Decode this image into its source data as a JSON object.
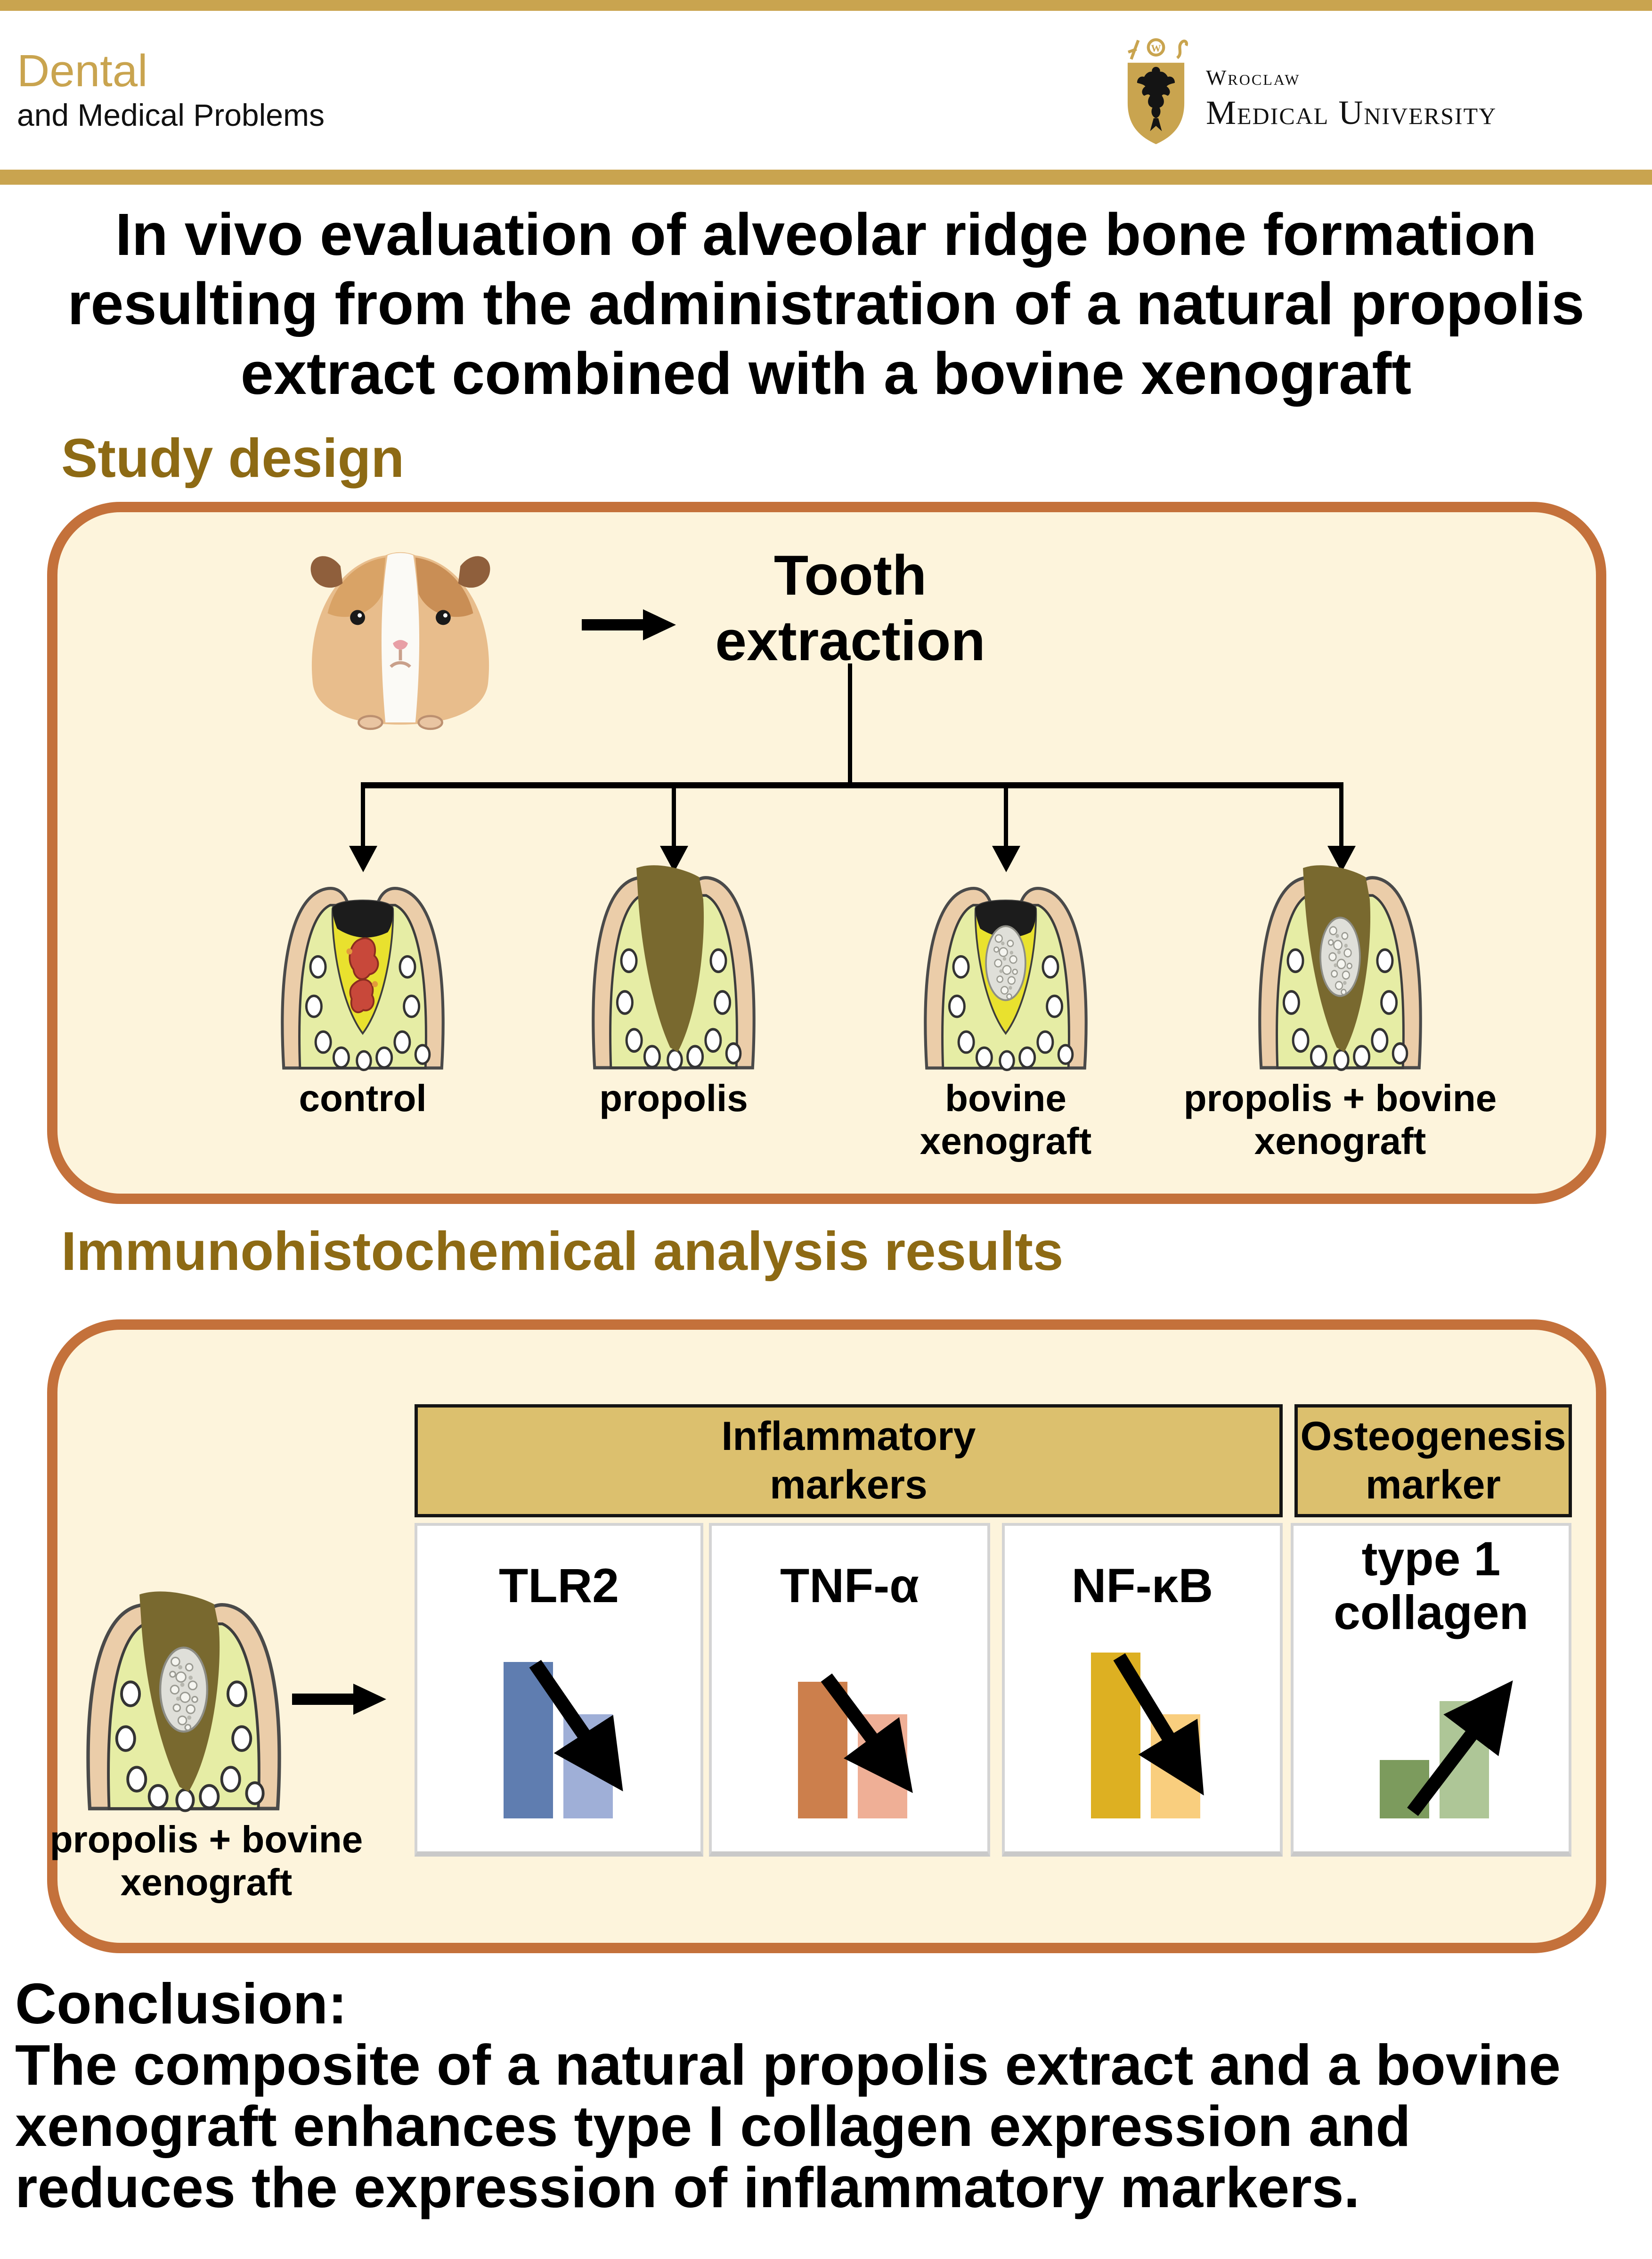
{
  "header": {
    "journal_name_accent": "Dental",
    "journal_name_rest": "and Medical Problems",
    "university_name_top": "Wroclaw",
    "university_name_bottom": "Medical University"
  },
  "title": "In vivo evaluation of alveolar ridge bone formation\nresulting from the administration of a natural propolis\nextract combined with a bovine xenograft",
  "study_design": {
    "heading": "Study design",
    "step_label": "Tooth\nextraction",
    "groups": [
      {
        "label": "control",
        "socket_fill": "blood clot"
      },
      {
        "label": "propolis",
        "socket_fill": "propolis extract"
      },
      {
        "label": "bovine\nxenograft",
        "socket_fill": "xenograft granules"
      },
      {
        "label": "propolis + bovine\nxenograft",
        "socket_fill": "propolis and xenograft granules"
      }
    ]
  },
  "results": {
    "heading": "Immunohistochemical analysis results",
    "source_label": "propolis + bovine\nxenograft",
    "group_headers": {
      "inflammatory": "Inflammatory\nmarkers",
      "osteogenesis": "Osteogenesis\nmarker"
    }
  },
  "conclusion": "Conclusion:\nThe composite of a natural propolis extract and a bovine\nxenograft enhances type I collagen expression and\nreduces the expression of inflammatory markers.",
  "colors": {
    "accent_gold": "#C9A44F",
    "heading_brown": "#8D6A14",
    "panel_border_orange": "#C4713B",
    "panel_fill_cream": "#FDF4DC",
    "table_header_fill": "#DCC06E"
  },
  "chart_data": [
    {
      "type": "bar",
      "title": "TLR2",
      "group": "inflammatory",
      "trend": "decrease",
      "values": [
        0.48,
        0.32
      ],
      "bar_colors": [
        "#5F7DB0",
        "#9FAFD7"
      ]
    },
    {
      "type": "bar",
      "title": "TNF-α",
      "group": "inflammatory",
      "trend": "decrease",
      "values": [
        0.42,
        0.32
      ],
      "bar_colors": [
        "#CC7F4C",
        "#EFAF96"
      ]
    },
    {
      "type": "bar",
      "title": "NF-κB",
      "group": "inflammatory",
      "trend": "decrease",
      "values": [
        0.51,
        0.32
      ],
      "bar_colors": [
        "#DDB022",
        "#F9CE7E"
      ]
    },
    {
      "type": "bar",
      "title": "type 1\ncollagen",
      "group": "osteogenesis",
      "trend": "increase",
      "values": [
        0.18,
        0.36
      ],
      "bar_colors": [
        "#7C9B5D",
        "#AEC697"
      ]
    }
  ]
}
